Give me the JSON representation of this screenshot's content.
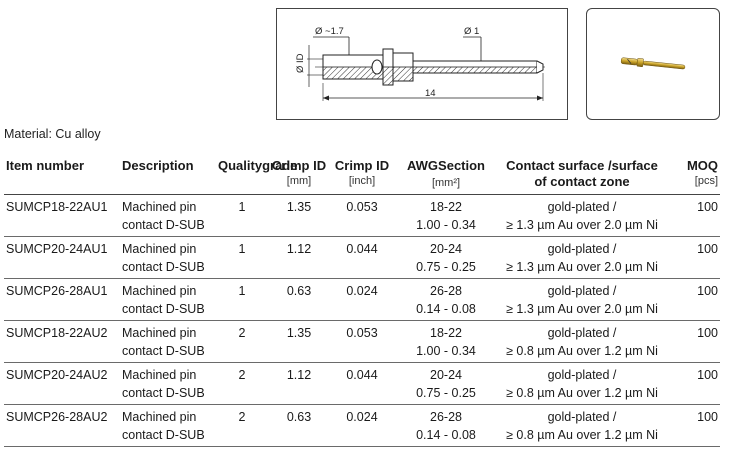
{
  "drawing": {
    "dim_d_small": "Ø ~1.7",
    "dim_d_large": "Ø 1",
    "dim_id": "Ø ID",
    "dim_length": "14"
  },
  "colors": {
    "gold": "#c9a227",
    "rule": "#444444"
  },
  "material": "Material: Cu alloy",
  "table": {
    "headers": {
      "item_number": "Item number",
      "description": "Description",
      "quality_line1": "Quality",
      "quality_line2": "grade",
      "crimp_mm_title": "Crimp ID",
      "crimp_mm_unit": "[mm]",
      "crimp_inch_title": "Crimp ID",
      "crimp_inch_unit": "[inch]",
      "awg_line1": "AWG",
      "awg_line2": "Section",
      "awg_unit": "[mm²]",
      "contact_line1": "Contact surface /",
      "contact_line2": "surface of contact  zone",
      "moq_title": "MOQ",
      "moq_unit": "[pcs]"
    },
    "rows": [
      {
        "item": "SUMCP18-22AU1",
        "desc1": "Machined pin",
        "desc2": "contact D-SUB",
        "grade": "1",
        "crimp_mm": "1.35",
        "crimp_inch": "0.053",
        "awg": "18-22",
        "section": "1.00 - 0.34",
        "surface1": "gold-plated /",
        "surface2": "≥ 1.3 µm Au over  2.0 µm Ni",
        "moq": "100"
      },
      {
        "item": "SUMCP20-24AU1",
        "desc1": "Machined pin",
        "desc2": "contact D-SUB",
        "grade": "1",
        "crimp_mm": "1.12",
        "crimp_inch": "0.044",
        "awg": "20-24",
        "section": "0.75 - 0.25",
        "surface1": "gold-plated /",
        "surface2": "≥ 1.3 µm Au over  2.0 µm Ni",
        "moq": "100"
      },
      {
        "item": "SUMCP26-28AU1",
        "desc1": "Machined pin",
        "desc2": "contact D-SUB",
        "grade": "1",
        "crimp_mm": "0.63",
        "crimp_inch": "0.024",
        "awg": "26-28",
        "section": "0.14 - 0.08",
        "surface1": "gold-plated /",
        "surface2": "≥ 1.3 µm Au over  2.0 µm Ni",
        "moq": "100"
      },
      {
        "item": "SUMCP18-22AU2",
        "desc1": "Machined pin",
        "desc2": "contact D-SUB",
        "grade": "2",
        "crimp_mm": "1.35",
        "crimp_inch": "0.053",
        "awg": "18-22",
        "section": "1.00 - 0.34",
        "surface1": "gold-plated /",
        "surface2": "≥ 0.8 µm Au over  1.2 µm Ni",
        "moq": "100"
      },
      {
        "item": "SUMCP20-24AU2",
        "desc1": "Machined pin",
        "desc2": "contact D-SUB",
        "grade": "2",
        "crimp_mm": "1.12",
        "crimp_inch": "0.044",
        "awg": "20-24",
        "section": "0.75 - 0.25",
        "surface1": "gold-plated /",
        "surface2": "≥ 0.8 µm Au over  1.2 µm Ni",
        "moq": "100"
      },
      {
        "item": "SUMCP26-28AU2",
        "desc1": "Machined pin",
        "desc2": "contact D-SUB",
        "grade": "2",
        "crimp_mm": "0.63",
        "crimp_inch": "0.024",
        "awg": "26-28",
        "section": "0.14 - 0.08",
        "surface1": "gold-plated /",
        "surface2": "≥ 0.8 µm Au over  1.2 µm Ni",
        "moq": "100"
      }
    ]
  }
}
